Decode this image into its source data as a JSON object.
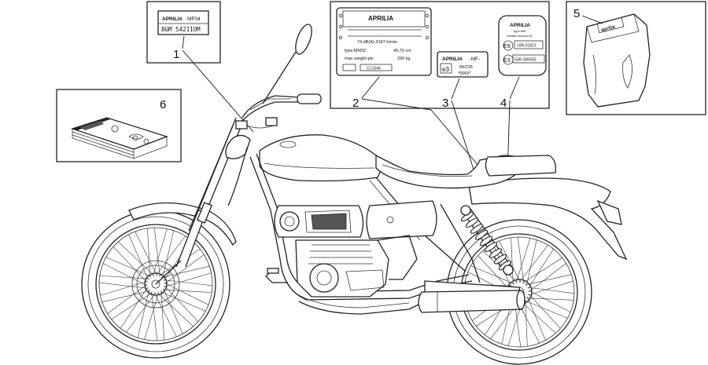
{
  "callouts": [
    "1",
    "2",
    "3",
    "4",
    "5",
    "6"
  ],
  "plate1": {
    "line1_left": "APRILIA",
    "line1_right": "MF04",
    "line2": "8GM 54211OM"
  },
  "plate2": {
    "title": "APRILIA",
    "noise": "74 dB(A)-3187 tr/min",
    "type_label": "type:MM32",
    "type_value": "49,75 cm",
    "weight_label": "max weight-ptc",
    "weight_value": "290 kg",
    "code": "CI-1044"
  },
  "plate3": {
    "brand": "APRILIA",
    "suffix": "-MF-",
    "mark": "e3",
    "number": "89/235",
    "serial": "*0065*"
  },
  "plate4": {
    "title": "APRILIA",
    "sub1": "Type MM",
    "sub2": "Variant-Version:03",
    "mark1": "E9",
    "code1": "10R-01821",
    "mark2": "E3",
    "code2": "63R-000055"
  },
  "item5": {
    "packet_label": "aprilia"
  }
}
